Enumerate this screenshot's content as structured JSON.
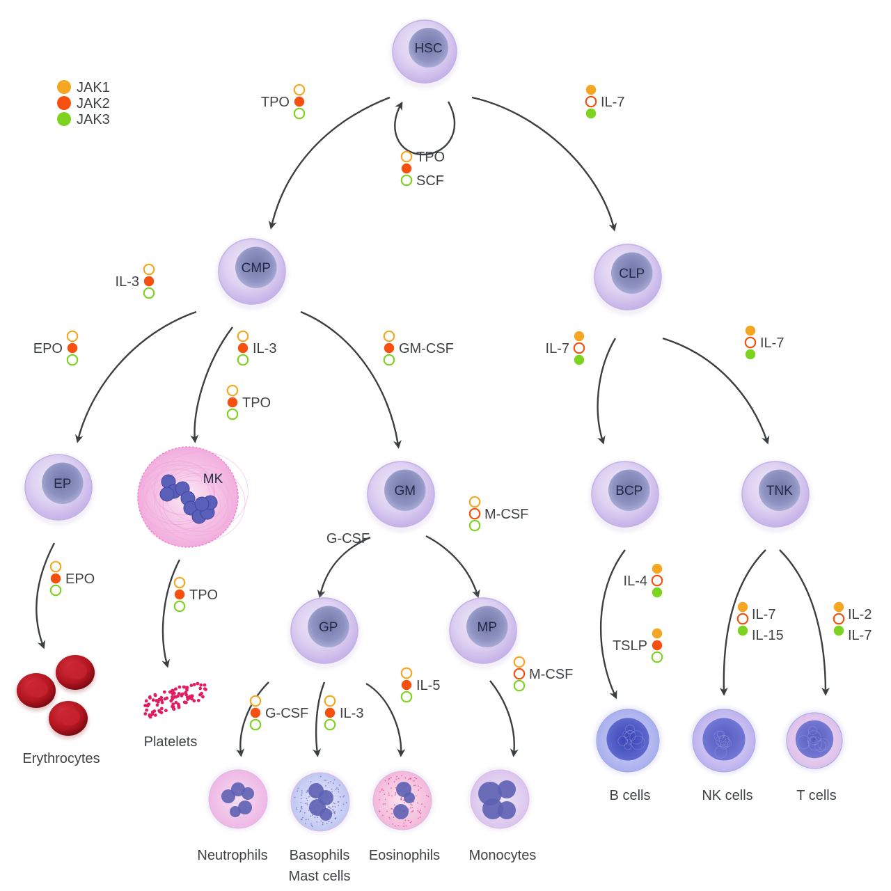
{
  "title": "JAK signaling in hematopoiesis",
  "colors": {
    "jak1": "#f5a623",
    "jak2": "#f5500f",
    "jak3": "#7ed321",
    "arrow": "#3b3f42",
    "text": "#3f4244"
  },
  "legend": [
    {
      "key": "jak1",
      "label": "JAK1"
    },
    {
      "key": "jak2",
      "label": "JAK2"
    },
    {
      "key": "jak3",
      "label": "JAK3"
    }
  ],
  "cells": [
    {
      "id": "hsc",
      "label": "HSC",
      "kind": "progenitor"
    },
    {
      "id": "cmp",
      "label": "CMP",
      "kind": "progenitor"
    },
    {
      "id": "clp",
      "label": "CLP",
      "kind": "progenitor"
    },
    {
      "id": "ep",
      "label": "EP",
      "kind": "progenitor"
    },
    {
      "id": "mk",
      "label": "MK",
      "kind": "megakaryocyte"
    },
    {
      "id": "gm",
      "label": "GM",
      "kind": "progenitor"
    },
    {
      "id": "bcp",
      "label": "BCP",
      "kind": "progenitor"
    },
    {
      "id": "tnk",
      "label": "TNK",
      "kind": "progenitor"
    },
    {
      "id": "gp",
      "label": "GP",
      "kind": "progenitor"
    },
    {
      "id": "mp",
      "label": "MP",
      "kind": "progenitor"
    }
  ],
  "mature_cells": [
    {
      "id": "erythrocytes",
      "label": "Erythrocytes",
      "kind": "rbc"
    },
    {
      "id": "platelets",
      "label": "Platelets",
      "kind": "platelets"
    },
    {
      "id": "neutrophils",
      "label": "Neutrophils",
      "kind": "neutrophil"
    },
    {
      "id": "basophils",
      "label": "Basophils",
      "label2": "Mast cells",
      "kind": "basophil"
    },
    {
      "id": "eosinophils",
      "label": "Eosinophils",
      "kind": "eosinophil"
    },
    {
      "id": "monocytes",
      "label": "Monocytes",
      "kind": "monocyte"
    },
    {
      "id": "bcells",
      "label": "B cells",
      "kind": "lymph-b"
    },
    {
      "id": "nkcells",
      "label": "NK cells",
      "kind": "lymph-nk"
    },
    {
      "id": "tcells",
      "label": "T cells",
      "kind": "lymph-t"
    }
  ],
  "cytokines": [
    {
      "id": "hsc-self-renewal",
      "labels": [
        "TPO",
        "SCF"
      ],
      "jak": [
        "open",
        "filled",
        "open"
      ]
    },
    {
      "id": "hsc-to-cmp",
      "labels": [
        "TPO"
      ],
      "jak": [
        "open",
        "filled",
        "open"
      ]
    },
    {
      "id": "hsc-to-clp",
      "labels": [
        "IL-7"
      ],
      "jak": [
        "filled",
        "open",
        "filled"
      ]
    },
    {
      "id": "cmp",
      "labels": [
        "IL-3"
      ],
      "jak": [
        "open",
        "filled",
        "open"
      ]
    },
    {
      "id": "cmp-to-ep",
      "labels": [
        "EPO"
      ],
      "jak": [
        "open",
        "filled",
        "open"
      ]
    },
    {
      "id": "cmp-to-mk-il3",
      "labels": [
        "IL-3"
      ],
      "jak": [
        "open",
        "filled",
        "open"
      ]
    },
    {
      "id": "cmp-to-mk-tpo",
      "labels": [
        "TPO"
      ],
      "jak": [
        "open",
        "filled",
        "open"
      ]
    },
    {
      "id": "cmp-to-gm",
      "labels": [
        "GM-CSF"
      ],
      "jak": [
        "open",
        "filled",
        "open"
      ]
    },
    {
      "id": "clp-to-bcp",
      "labels": [
        "IL-7"
      ],
      "jak": [
        "filled",
        "open",
        "filled"
      ]
    },
    {
      "id": "clp-to-tnk",
      "labels": [
        "IL-7"
      ],
      "jak": [
        "filled",
        "open",
        "filled"
      ]
    },
    {
      "id": "gm-to-gp",
      "labels": [
        "G-CSF"
      ],
      "jak": null
    },
    {
      "id": "gm-to-mp",
      "labels": [
        "M-CSF"
      ],
      "jak": [
        "open",
        "open",
        "open"
      ]
    },
    {
      "id": "ep-to-ery",
      "labels": [
        "EPO"
      ],
      "jak": [
        "open",
        "filled",
        "open"
      ]
    },
    {
      "id": "mk-to-plt",
      "labels": [
        "TPO"
      ],
      "jak": [
        "open",
        "filled",
        "open"
      ]
    },
    {
      "id": "gp-to-neu",
      "labels": [
        "G-CSF"
      ],
      "jak": [
        "open",
        "filled",
        "open"
      ]
    },
    {
      "id": "gp-to-baso",
      "labels": [
        "IL-3"
      ],
      "jak": [
        "open",
        "filled",
        "open"
      ]
    },
    {
      "id": "gp-to-eos",
      "labels": [
        "IL-5"
      ],
      "jak": [
        "open",
        "filled",
        "open"
      ]
    },
    {
      "id": "mp-to-mono",
      "labels": [
        "M-CSF"
      ],
      "jak": [
        "open",
        "open",
        "open"
      ]
    },
    {
      "id": "bcp-il4",
      "labels": [
        "IL-4"
      ],
      "jak": [
        "filled",
        "open",
        "filled"
      ]
    },
    {
      "id": "bcp-tslp",
      "labels": [
        "TSLP"
      ],
      "jak": [
        "filled",
        "filled",
        "open"
      ]
    },
    {
      "id": "tnk-to-nk",
      "labels": [
        "IL-7",
        "IL-15"
      ],
      "jak": [
        "filled",
        "open",
        "filled"
      ]
    },
    {
      "id": "tnk-to-t",
      "labels": [
        "IL-2",
        "IL-7"
      ],
      "jak": [
        "filled",
        "open",
        "filled"
      ]
    }
  ]
}
